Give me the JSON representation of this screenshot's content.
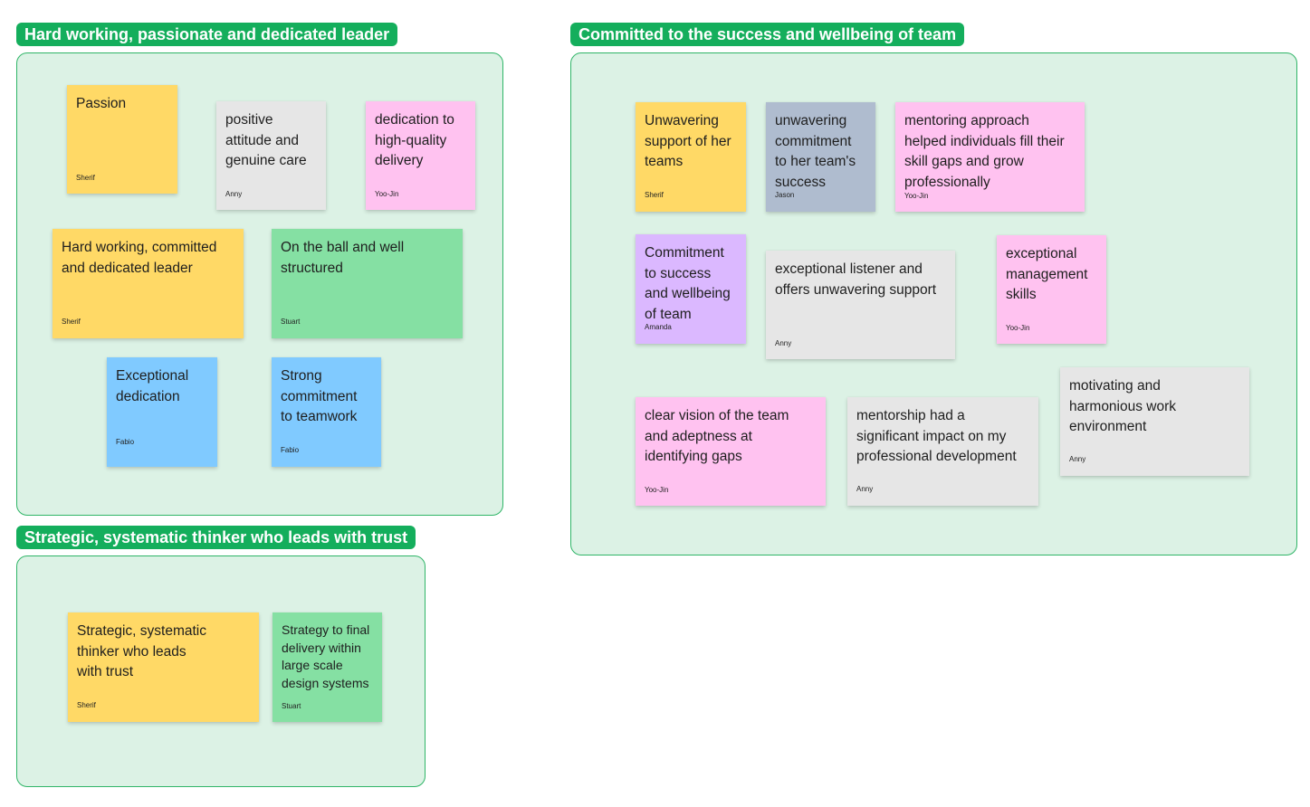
{
  "sections": [
    {
      "title": "Hard working, passionate and dedicated leader"
    },
    {
      "title": "Strategic, systematic thinker who leads with trust"
    },
    {
      "title": "Committed to the success and wellbeing of team"
    }
  ],
  "colors": {
    "section_title_bg": "#14ae5c",
    "section_bg": "#dcf2e5",
    "yellow": "#ffd966",
    "gray": "#e6e6e6",
    "pink": "#ffc2f0",
    "green": "#85e0a3",
    "blue": "#80caff",
    "slate": "#afbccf",
    "violet": "#dbb8ff"
  },
  "stickies": [
    {
      "text": "Passion",
      "author": "Sherif",
      "color": "yellow"
    },
    {
      "text": " positive\nattitude and\ngenuine care",
      "author": "Anny",
      "color": "gray"
    },
    {
      "text": "dedication to\nhigh-quality\ndelivery",
      "author": "Yoo-Jin",
      "color": "pink"
    },
    {
      "text": "Hard working, committed\nand dedicated leader",
      "author": "Sherif",
      "color": "yellow"
    },
    {
      "text": "On the ball and well\nstructured",
      "author": "Stuart",
      "color": "green"
    },
    {
      "text": "Exceptional\ndedication",
      "author": "Fabio",
      "color": "blue"
    },
    {
      "text": "Strong\ncommitment\nto teamwork",
      "author": "Fabio",
      "color": "blue"
    },
    {
      "text": "Strategic, systematic\nthinker who leads\nwith trust",
      "author": "Sherif",
      "color": "yellow"
    },
    {
      "text": "Strategy to final\ndelivery within\nlarge scale\ndesign systems",
      "author": "Stuart",
      "color": "green"
    },
    {
      "text": "Unwavering\nsupport of her\nteams",
      "author": "Sherif",
      "color": "yellow"
    },
    {
      "text": "unwavering\ncommitment\nto her team's\nsuccess",
      "author": "Jason",
      "color": "slate"
    },
    {
      "text": "mentoring approach\nhelped individuals fill their\nskill gaps and grow\nprofessionally",
      "author": "Yoo-Jin",
      "color": "pink"
    },
    {
      "text": "Commitment\nto success\nand wellbeing\nof team",
      "author": "Amanda",
      "color": "violet"
    },
    {
      "text": "exceptional listener and\noffers unwavering support",
      "author": "Anny",
      "color": "gray"
    },
    {
      "text": "exceptional\nmanagement\nskills",
      "author": "Yoo-Jin",
      "color": "pink"
    },
    {
      "text": "clear vision of the team\nand adeptness at\nidentifying gaps",
      "author": "Yoo-Jin",
      "color": "pink"
    },
    {
      "text": "mentorship had a\nsignificant impact on my\nprofessional development",
      "author": "Anny",
      "color": "gray"
    },
    {
      "text": "motivating and\nharmonious work\nenvironment",
      "author": "Anny",
      "color": "gray"
    }
  ]
}
